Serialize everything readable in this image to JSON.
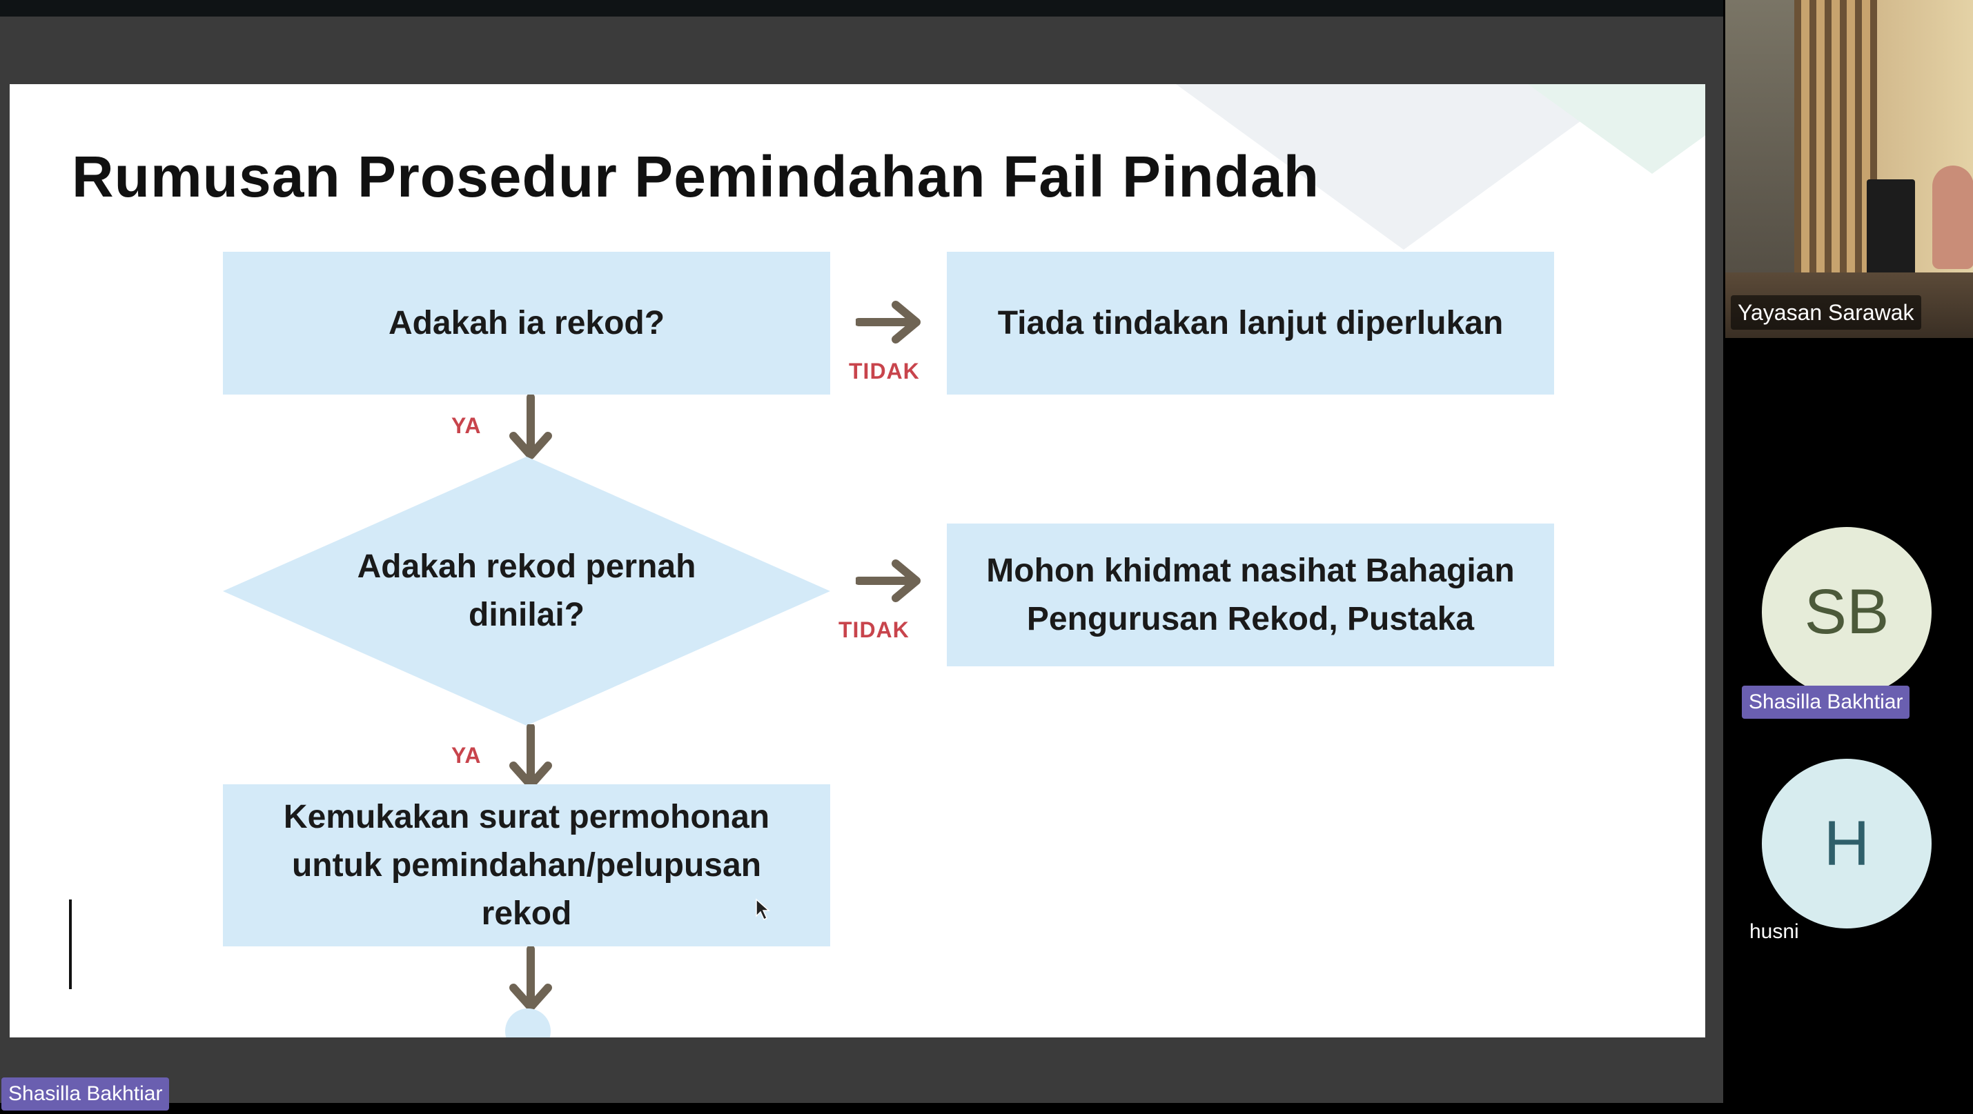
{
  "slide": {
    "title": "Rumusan Prosedur Pemindahan Fail Pindah",
    "box1": "Adakah ia rekod?",
    "box2": "Tiada tindakan lanjut diperlukan",
    "decision_line1": "Adakah rekod pernah",
    "decision_line2": "dinilai?",
    "box3": "Mohon khidmat nasihat Bahagian Pengurusan Rekod, Pustaka",
    "box4": "Kemukakan surat permohonan untuk pemindahan/pelupusan rekod",
    "no_label_1": "TIDAK",
    "no_label_2": "TIDAK",
    "yes_label_1": "YA",
    "yes_label_2": "YA"
  },
  "participants": {
    "presenter_name": "Shasilla Bakhtiar",
    "video_name": "Yayasan Sarawak",
    "sb_initials": "SB",
    "sb_name": "Shasilla Bakhtiar",
    "h_initials": "H",
    "h_name": "husni"
  },
  "colors": {
    "box_fill": "#d4eaf8",
    "arrow": "#6f6454",
    "no_label": "#c8444c",
    "name_tag": "#6a5fb0"
  }
}
